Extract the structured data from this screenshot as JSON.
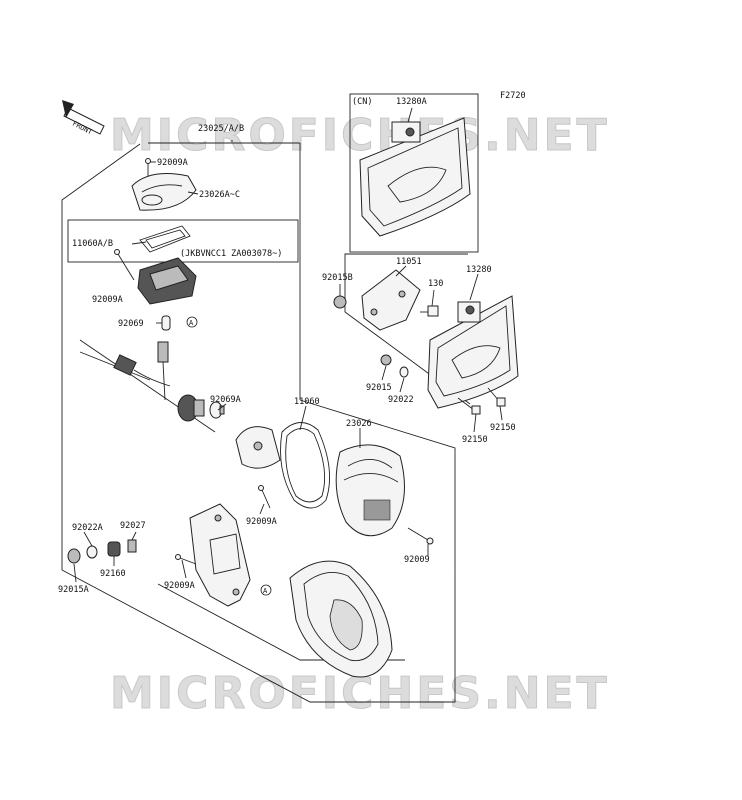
{
  "figure_code": "F2720",
  "front_marker": "FRONT",
  "watermark": "MICROFICHES.NET",
  "callouts": {
    "c_23025": "23025/A/B",
    "c_92009A_top": "92009A",
    "c_23026AC": "23026A~C",
    "c_11060AB": "11060A/B",
    "c_serial": "(JKBVNCC1  ZA003078~)",
    "c_92009A_left": "92009A",
    "c_92069": "92069",
    "c_92069A": "92069A",
    "c_11060": "11060",
    "c_23026": "23026",
    "c_92009A_mid": "92009A",
    "c_92009": "92009",
    "c_92022A": "92022A",
    "c_92027": "92027",
    "c_92160": "92160",
    "c_92015A": "92015A",
    "c_92009A_bottom": "92009A",
    "c_cn": "(CN)",
    "c_13280A": "13280A",
    "c_11051": "11051",
    "c_13280": "13280",
    "c_92015B": "92015B",
    "c_130": "130",
    "c_92015": "92015",
    "c_92022": "92022",
    "c_92150_a": "92150",
    "c_92150_b": "92150"
  },
  "ref_marker": "A"
}
